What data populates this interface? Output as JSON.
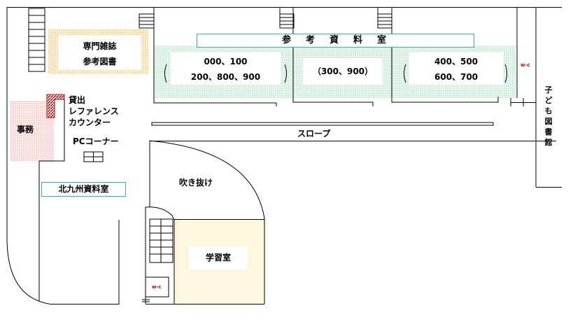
{
  "rooms": {
    "reference_room": "参　考　資　料　室",
    "journals": [
      "専門雑誌",
      "参考図書"
    ],
    "shelf_left": [
      "000、100",
      "200、800、900"
    ],
    "shelf_mid": "（300、900）",
    "shelf_right": [
      "400、500",
      "600、700"
    ],
    "lending_counter": [
      "貸出",
      "レファレンス",
      "カウンター"
    ],
    "office": "事務",
    "pc_corner": "PCコーナー",
    "kitakyushu": "北九州資料室",
    "slope": "スロープ",
    "atrium": "吹き抜け",
    "study_room": "学習室",
    "kids_library": [
      "子",
      "ど",
      "も",
      "図",
      "書",
      "館"
    ],
    "wc": "w-c"
  },
  "colors": {
    "cyan_border": "#38a9c8",
    "orange_dots": "#f2c879",
    "green_dots": "#b6e2c4",
    "pink_dots": "#f4c2c2",
    "study_fill": "#fbf8dd",
    "counter_red": "#b01515",
    "wc_red": "#e00000"
  }
}
